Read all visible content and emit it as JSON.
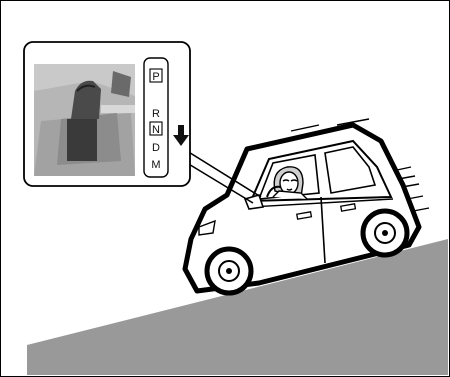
{
  "illustration": {
    "gear_positions": [
      "P",
      "R",
      "N",
      "D",
      "M"
    ],
    "boxed_positions": [
      "P",
      "N"
    ],
    "colors": {
      "slope": "#999999",
      "line": "#000000",
      "photo_background": "#b6b6b6",
      "photo_dark": "#3a3a3a",
      "arrow": "#111111"
    },
    "icons": {
      "shift_arrow": "down-arrow-icon"
    }
  }
}
